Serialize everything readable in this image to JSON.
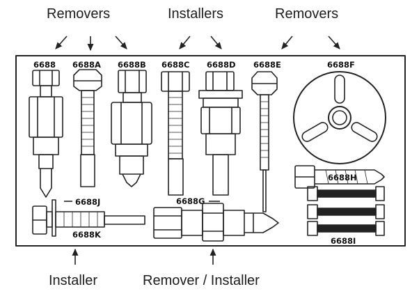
{
  "headings": {
    "removers_left": "Removers",
    "installers": "Installers",
    "removers_right": "Removers",
    "installer_bottom": "Installer",
    "remover_installer_bottom": "Remover / Installer"
  },
  "parts": {
    "p6688": "6688",
    "p6688A": "6688A",
    "p6688B": "6688B",
    "p6688C": "6688C",
    "p6688D": "6688D",
    "p6688E": "6688E",
    "p6688F": "6688F",
    "p6688G": "6688G",
    "p6688H": "6688H",
    "p6688I": "6688I",
    "p6688J": "6688J",
    "p6688K": "6688K"
  }
}
